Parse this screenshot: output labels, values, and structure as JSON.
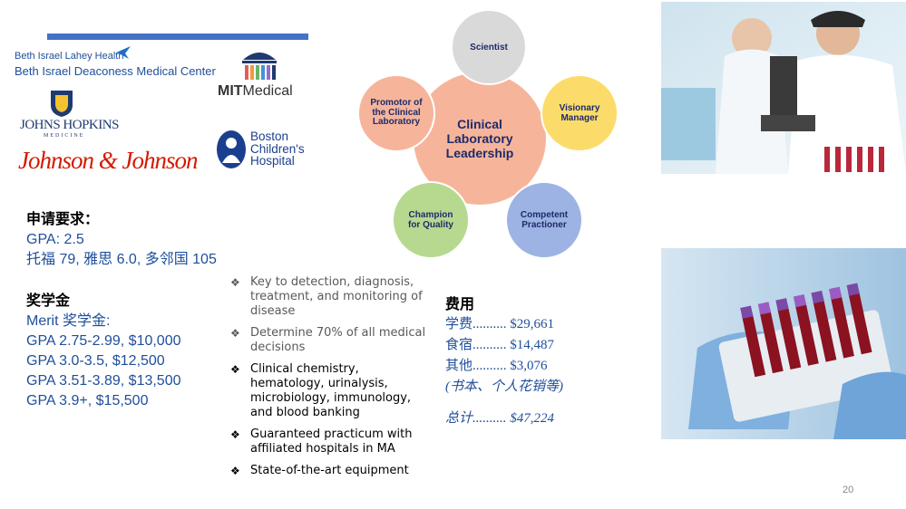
{
  "logos": {
    "beth_israel_line1": "Beth Israel Lahey Health",
    "beth_israel_line2": "Beth Israel Deaconess Medical Center",
    "johns_hopkins": "JOHNS HOPKINS",
    "johns_hopkins_sub": "MEDICINE",
    "jnj": "Johnson & Johnson",
    "mit_bold": "MIT",
    "mit_rest": "Medical",
    "boston_1": "Boston",
    "boston_2": "Children's",
    "boston_3": "Hospital"
  },
  "requirements": {
    "title": "申请要求：",
    "gpa": "GPA: 2.5",
    "tests": "托福 79, 雅思 6.0, 多邻国 105"
  },
  "scholarship": {
    "title": "奖学金",
    "merit": "Merit 奖学金:",
    "tiers": [
      "GPA 2.75-2.99, $10,000",
      "GPA 3.0-3.5, $12,500",
      "GPA 3.51-3.89, $13,500",
      "GPA 3.9+, $15,500"
    ]
  },
  "diagram": {
    "center": "Clinical Laboratory Leadership",
    "nodes": [
      "Scientist",
      "Visionary Manager",
      "Competent Practioner",
      "Champion for Quality",
      "Promotor of the Clinical Laboratory"
    ]
  },
  "bullets": [
    {
      "text": "Key to detection, diagnosis, treatment, and monitoring of disease",
      "color": "#595959"
    },
    {
      "text": "Determine 70% of all medical decisions",
      "color": "#595959"
    },
    {
      "text": "Clinical chemistry, hematology, urinalysis, microbiology, immunology, and blood banking",
      "color": "#000000"
    },
    {
      "text": "Guaranteed practicum with affiliated hospitals in MA",
      "color": "#000000"
    },
    {
      "text": "State-of-the-art equipment",
      "color": "#000000"
    }
  ],
  "fees": {
    "title": "费用",
    "tuition": "学费.......... $29,661",
    "room_board": "食宿.......... $14,487",
    "other": "其他.......... $3,076",
    "note": "(书本、个人花销等)",
    "total": "总计.......... $47,224"
  },
  "page_number": "20",
  "colors": {
    "accent_bar": "#4472c4",
    "text_blue": "#1f4e9b"
  }
}
